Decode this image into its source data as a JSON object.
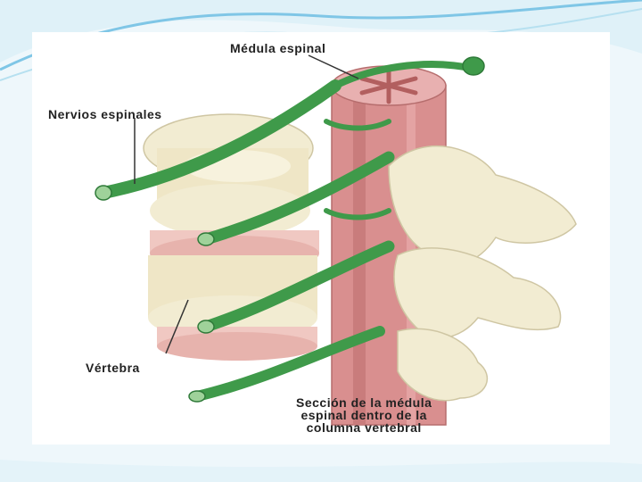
{
  "theme": {
    "slide_background": "#dff1f8",
    "swoosh": "#7fc6e6",
    "spinal_cord": "#d98f8f",
    "nerve": "#3f9a4a",
    "bone": "#f2ecd2",
    "disc": "#f0c8c2"
  },
  "labels": {
    "spinal_cord": "Médula espinal",
    "spinal_nerves": "Nervios espinales",
    "vertebra": "Vértebra",
    "cord_section": [
      "Sección de la médula",
      "espinal dentro de la",
      "columna vertebral"
    ]
  }
}
